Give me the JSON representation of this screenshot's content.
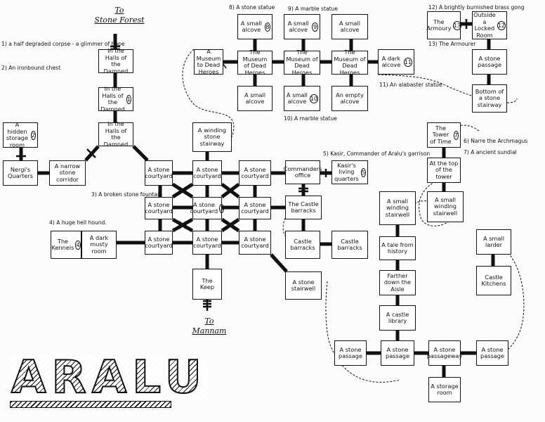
{
  "title": "ARALU",
  "exits": {
    "north": {
      "to": "To",
      "place": "Stone Forest"
    },
    "south": {
      "to": "To",
      "place": "Mannam"
    }
  },
  "rooms": [
    {
      "id": "halls-1",
      "text": "In the Halls of the Damned",
      "num": ""
    },
    {
      "id": "halls-2",
      "text": "In the Halls of the Damned",
      "num": "1"
    },
    {
      "id": "halls-3",
      "text": "In the Halls of the Damned",
      "num": ""
    },
    {
      "id": "hidden-storage",
      "text": "A hidden storage room",
      "num": "2"
    },
    {
      "id": "nergis-quarters",
      "text": "Nergi's Quarters",
      "num": ""
    },
    {
      "id": "narrow-corridor",
      "text": "A narrow stone corridor",
      "num": ""
    },
    {
      "id": "winding-stairway",
      "text": "A winding stone stairway",
      "num": ""
    },
    {
      "id": "court-1",
      "text": "A stone courtyard",
      "num": ""
    },
    {
      "id": "court-2",
      "text": "A stone courtyard",
      "num": ""
    },
    {
      "id": "court-3",
      "text": "A stone courtyard",
      "num": ""
    },
    {
      "id": "court-4",
      "text": "A stone courtyard",
      "num": ""
    },
    {
      "id": "court-5",
      "text": "A stone courtyard",
      "num": "3"
    },
    {
      "id": "court-6",
      "text": "A stone courtyard",
      "num": ""
    },
    {
      "id": "court-7",
      "text": "A stone courtyard",
      "num": ""
    },
    {
      "id": "court-8",
      "text": "A stone courtyard",
      "num": ""
    },
    {
      "id": "court-9",
      "text": "A stone courtyard",
      "num": ""
    },
    {
      "id": "kennels",
      "text": "The Kennels",
      "num": "4"
    },
    {
      "id": "dark-musty",
      "text": "A dark musty room",
      "num": ""
    },
    {
      "id": "keep",
      "text": "The Keep",
      "num": ""
    },
    {
      "id": "commanders-office",
      "text": "Commanders office",
      "num": ""
    },
    {
      "id": "kasirs-quarters",
      "text": "Kasir's living quarters",
      "num": "5"
    },
    {
      "id": "castle-barracks-1",
      "text": "The Castle barracks",
      "num": ""
    },
    {
      "id": "castle-barracks-2",
      "text": "Castle barracks",
      "num": ""
    },
    {
      "id": "castle-barracks-3",
      "text": "Castle barracks",
      "num": ""
    },
    {
      "id": "stone-stairwell",
      "text": "A stone stairwell",
      "num": ""
    },
    {
      "id": "museum-1",
      "text": "A Museum to Dead Heroes",
      "num": ""
    },
    {
      "id": "museum-2",
      "text": "The Museum of Dead Heroes",
      "num": ""
    },
    {
      "id": "museum-3",
      "text": "The Museum of Dead Heroes",
      "num": ""
    },
    {
      "id": "museum-4",
      "text": "The Museum of Dead Heroes",
      "num": ""
    },
    {
      "id": "alcove-top-1",
      "text": "A small alcove",
      "num": "8"
    },
    {
      "id": "alcove-top-2",
      "text": "A small alcove",
      "num": "9"
    },
    {
      "id": "alcove-top-3",
      "text": "A small alcove",
      "num": ""
    },
    {
      "id": "alcove-bot-1",
      "text": "A small alcove",
      "num": ""
    },
    {
      "id": "alcove-bot-2",
      "text": "A small alcove",
      "num": "10"
    },
    {
      "id": "alcove-empty",
      "text": "An empty alcove",
      "num": ""
    },
    {
      "id": "dark-alcove",
      "text": "A dark alcove",
      "num": "11"
    },
    {
      "id": "armoury",
      "text": "The Armoury",
      "num": "13"
    },
    {
      "id": "outside-locked",
      "text": "Outside a Locked Room",
      "num": "12"
    },
    {
      "id": "stone-passage-top",
      "text": "A stone passage",
      "num": ""
    },
    {
      "id": "bottom-stairway",
      "text": "Bottom of a stone stairway",
      "num": ""
    },
    {
      "id": "tower-of-time",
      "text": "The Tower of Time",
      "num": "7"
    },
    {
      "id": "top-of-tower",
      "text": "At the top of the tower",
      "num": ""
    },
    {
      "id": "small-winding-1",
      "text": "A small winding stairwell",
      "num": ""
    },
    {
      "id": "small-winding-2",
      "text": "A small winding stairwell",
      "num": ""
    },
    {
      "id": "tale-history",
      "text": "A tale from history",
      "num": ""
    },
    {
      "id": "farther-aisle",
      "text": "Farther down the Aisle",
      "num": ""
    },
    {
      "id": "castle-library",
      "text": "A castle library",
      "num": ""
    },
    {
      "id": "small-larder",
      "text": "A small larder",
      "num": ""
    },
    {
      "id": "castle-kitchens",
      "text": "Castle Kitchens",
      "num": ""
    },
    {
      "id": "passage-a",
      "text": "A stone passage",
      "num": ""
    },
    {
      "id": "passage-b",
      "text": "A stone passage",
      "num": ""
    },
    {
      "id": "passageway",
      "text": "A stone passageway",
      "num": ""
    },
    {
      "id": "passage-c",
      "text": "A stone passage",
      "num": ""
    },
    {
      "id": "storage-room",
      "text": "A storage room",
      "num": ""
    }
  ],
  "notes": [
    {
      "id": "note-1",
      "text": "1) a half degraded corpse - a glimmer of hope"
    },
    {
      "id": "note-2",
      "text": "2) An ironbound chest"
    },
    {
      "id": "note-3",
      "text": "3) A broken stone fountain"
    },
    {
      "id": "note-4",
      "text": "4) A huge hell hound."
    },
    {
      "id": "note-5",
      "text": "5) Kasir, Commander of Aralu's garrison"
    },
    {
      "id": "note-6",
      "text": "6) Narre the Archmagus"
    },
    {
      "id": "note-7",
      "text": "7) A ancient sundial"
    },
    {
      "id": "note-8",
      "text": "8) A stone statue"
    },
    {
      "id": "note-9",
      "text": "9) A marble statue"
    },
    {
      "id": "note-10",
      "text": "10) A marble statue"
    },
    {
      "id": "note-11",
      "text": "11) An alabaster statue"
    },
    {
      "id": "note-12",
      "text": "12) A brightly burnished brass gong"
    },
    {
      "id": "note-13",
      "text": "13) The Armourer"
    }
  ]
}
